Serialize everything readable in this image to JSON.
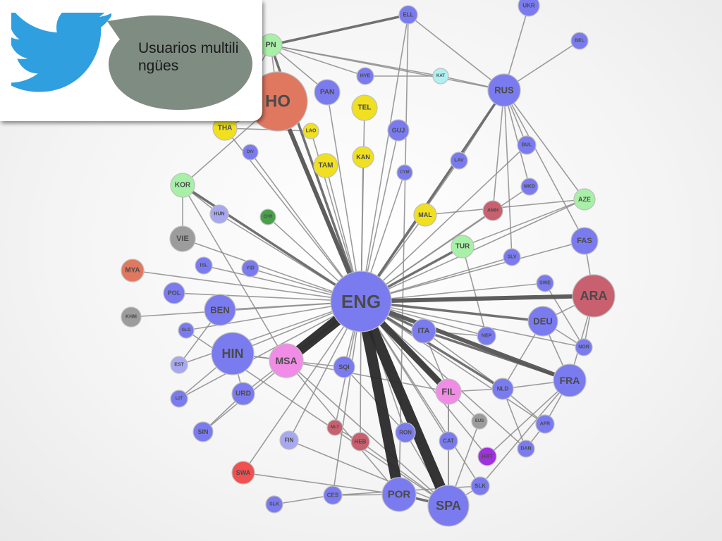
{
  "callout": {
    "text": "Usuarios multilingües",
    "bubble_color": "#7f8c82",
    "logo": "twitter-bird-icon",
    "logo_color": "#2f9fe0"
  },
  "node_colors": {
    "blue": "#7b7bf0",
    "orange": "#e07860",
    "yellow": "#f0e020",
    "green_light": "#a8f0a8",
    "gray": "#9c9c9c",
    "rose": "#c86070",
    "pink": "#f08ce6",
    "cyan": "#b0f0f0",
    "dark_green": "#4aa04a",
    "lavender": "#a8a8f0",
    "red": "#f05050",
    "purple": "#a030e0"
  },
  "network": {
    "center": "ENG",
    "nodes": [
      {
        "id": "ENG",
        "label": "ENG",
        "color": "blue"
      },
      {
        "id": "SPA",
        "label": "SPA",
        "color": "blue"
      },
      {
        "id": "POR",
        "label": "POR",
        "color": "blue"
      },
      {
        "id": "MSA",
        "label": "MSA",
        "color": "pink"
      },
      {
        "id": "ARA",
        "label": "ARA",
        "color": "rose"
      },
      {
        "id": "HIN",
        "label": "HIN",
        "color": "blue"
      },
      {
        "id": "FRA",
        "label": "FRA",
        "color": "blue"
      },
      {
        "id": "RUS",
        "label": "RUS",
        "color": "blue"
      },
      {
        "id": "DEU",
        "label": "DEU",
        "color": "blue"
      },
      {
        "id": "BEN",
        "label": "BEN",
        "color": "blue"
      },
      {
        "id": "ZHO",
        "label": "HO",
        "color": "orange"
      },
      {
        "id": "JPN",
        "label": "PN",
        "color": "green_light"
      },
      {
        "id": "FIL",
        "label": "FIL",
        "color": "pink"
      },
      {
        "id": "ITA",
        "label": "ITA",
        "color": "blue"
      },
      {
        "id": "TUR",
        "label": "TUR",
        "color": "green_light"
      },
      {
        "id": "FAS",
        "label": "FAS",
        "color": "blue"
      },
      {
        "id": "KOR",
        "label": "KOR",
        "color": "green_light"
      },
      {
        "id": "VIE",
        "label": "VIE",
        "color": "gray"
      },
      {
        "id": "THA",
        "label": "THA",
        "color": "yellow"
      },
      {
        "id": "TEL",
        "label": "TEL",
        "color": "yellow"
      },
      {
        "id": "KAN",
        "label": "KAN",
        "color": "yellow"
      },
      {
        "id": "TAM",
        "label": "TAM",
        "color": "yellow"
      },
      {
        "id": "LAO",
        "label": "LAO",
        "color": "yellow"
      },
      {
        "id": "MAL",
        "label": "MAL",
        "color": "yellow"
      },
      {
        "id": "PAN",
        "label": "PAN",
        "color": "blue"
      },
      {
        "id": "GUJ",
        "label": "GUJ",
        "color": "blue"
      },
      {
        "id": "HYE",
        "label": "HYE",
        "color": "blue"
      },
      {
        "id": "KAT",
        "label": "KAT",
        "color": "cyan"
      },
      {
        "id": "ELL",
        "label": "ELL",
        "color": "blue"
      },
      {
        "id": "UKR",
        "label": "UKR",
        "color": "blue"
      },
      {
        "id": "BEL",
        "label": "BEL",
        "color": "blue"
      },
      {
        "id": "BUL",
        "label": "BUL",
        "color": "blue"
      },
      {
        "id": "MKD",
        "label": "MKD",
        "color": "blue"
      },
      {
        "id": "AZE",
        "label": "AZE",
        "color": "green_light"
      },
      {
        "id": "AMH",
        "label": "AMH",
        "color": "rose"
      },
      {
        "id": "LAV",
        "label": "LAV",
        "color": "blue"
      },
      {
        "id": "CYM",
        "label": "CYM",
        "color": "blue"
      },
      {
        "id": "DIV",
        "label": "DIV",
        "color": "blue"
      },
      {
        "id": "HUN",
        "label": "HUN",
        "color": "lavender"
      },
      {
        "id": "CHR",
        "label": "CHR",
        "color": "dark_green"
      },
      {
        "id": "SLV",
        "label": "SLV",
        "color": "blue"
      },
      {
        "id": "SWE",
        "label": "SWE",
        "color": "blue"
      },
      {
        "id": "NEP",
        "label": "NEP",
        "color": "blue"
      },
      {
        "id": "NOR",
        "label": "NOR",
        "color": "blue"
      },
      {
        "id": "MYA",
        "label": "MYA",
        "color": "orange"
      },
      {
        "id": "ISL",
        "label": "ISL",
        "color": "blue"
      },
      {
        "id": "YID",
        "label": "YID",
        "color": "blue"
      },
      {
        "id": "POL",
        "label": "POL",
        "color": "blue"
      },
      {
        "id": "KHM",
        "label": "KHM",
        "color": "gray"
      },
      {
        "id": "GLG",
        "label": "GLG",
        "color": "blue"
      },
      {
        "id": "EST",
        "label": "EST",
        "color": "lavender"
      },
      {
        "id": "LIT",
        "label": "LIT",
        "color": "blue"
      },
      {
        "id": "URD",
        "label": "URD",
        "color": "blue"
      },
      {
        "id": "SIN",
        "label": "SIN",
        "color": "blue"
      },
      {
        "id": "SQI",
        "label": "SQI",
        "color": "blue"
      },
      {
        "id": "SWA",
        "label": "SWA",
        "color": "red"
      },
      {
        "id": "SLK",
        "label": "SLK",
        "color": "blue"
      },
      {
        "id": "FIN",
        "label": "FIN",
        "color": "lavender"
      },
      {
        "id": "MLT",
        "label": "MLT",
        "color": "rose"
      },
      {
        "id": "HEB",
        "label": "HEB",
        "color": "rose"
      },
      {
        "id": "RON",
        "label": "RON",
        "color": "blue"
      },
      {
        "id": "CAT",
        "label": "CAT",
        "color": "blue"
      },
      {
        "id": "EUS",
        "label": "EUS",
        "color": "gray"
      },
      {
        "id": "HAT",
        "label": "HAT",
        "color": "purple"
      },
      {
        "id": "DAN",
        "label": "DAN",
        "color": "blue"
      },
      {
        "id": "AFR",
        "label": "AFR",
        "color": "blue"
      },
      {
        "id": "NLD",
        "label": "NLD",
        "color": "blue"
      },
      {
        "id": "CES",
        "label": "CES",
        "color": "blue"
      },
      {
        "id": "SLK2",
        "label": "SLK",
        "color": "blue"
      }
    ],
    "edges": [
      [
        "ENG",
        "SPA",
        5
      ],
      [
        "ENG",
        "POR",
        5
      ],
      [
        "ENG",
        "MSA",
        5
      ],
      [
        "ENG",
        "FIL",
        4
      ],
      [
        "ENG",
        "ARA",
        3
      ],
      [
        "ENG",
        "FRA",
        3
      ],
      [
        "ENG",
        "ZHO",
        3
      ],
      [
        "ENG",
        "RUS",
        2
      ],
      [
        "ENG",
        "JPN",
        2
      ],
      [
        "ENG",
        "ITA",
        2
      ],
      [
        "ENG",
        "DEU",
        2
      ],
      [
        "ENG",
        "HIN",
        1
      ],
      [
        "ENG",
        "BEN",
        1
      ],
      [
        "ENG",
        "KOR",
        2
      ],
      [
        "ENG",
        "THA",
        1
      ],
      [
        "ENG",
        "TUR",
        2
      ],
      [
        "ENG",
        "TEL",
        1
      ],
      [
        "ENG",
        "KAN",
        1
      ],
      [
        "ENG",
        "TAM",
        1
      ],
      [
        "ENG",
        "PAN",
        1
      ],
      [
        "ENG",
        "GUJ",
        1
      ],
      [
        "ENG",
        "MAL",
        1
      ],
      [
        "ENG",
        "ELL",
        1
      ],
      [
        "ENG",
        "FAS",
        1
      ],
      [
        "ENG",
        "AZE",
        1
      ],
      [
        "ENG",
        "AMH",
        1
      ],
      [
        "ENG",
        "LAV",
        1
      ],
      [
        "ENG",
        "CYM",
        1
      ],
      [
        "ENG",
        "DIV",
        1
      ],
      [
        "ENG",
        "HUN",
        1
      ],
      [
        "ENG",
        "VIE",
        1
      ],
      [
        "ENG",
        "MYA",
        1
      ],
      [
        "ENG",
        "ISL",
        1
      ],
      [
        "ENG",
        "YID",
        1
      ],
      [
        "ENG",
        "POL",
        1
      ],
      [
        "ENG",
        "KHM",
        1
      ],
      [
        "ENG",
        "GLG",
        1
      ],
      [
        "ENG",
        "EST",
        1
      ],
      [
        "ENG",
        "LIT",
        1
      ],
      [
        "ENG",
        "URD",
        1
      ],
      [
        "ENG",
        "SIN",
        1
      ],
      [
        "ENG",
        "SQI",
        1
      ],
      [
        "ENG",
        "SWA",
        1
      ],
      [
        "ENG",
        "FIN",
        1
      ],
      [
        "ENG",
        "MLT",
        1
      ],
      [
        "ENG",
        "HEB",
        1
      ],
      [
        "ENG",
        "RON",
        1
      ],
      [
        "ENG",
        "CAT",
        1
      ],
      [
        "ENG",
        "HAT",
        1
      ],
      [
        "ENG",
        "SLV",
        1
      ],
      [
        "ENG",
        "SWE",
        1
      ],
      [
        "ENG",
        "NEP",
        1
      ],
      [
        "ENG",
        "NOR",
        1
      ],
      [
        "ENG",
        "NLD",
        2
      ],
      [
        "ENG",
        "AFR",
        1
      ],
      [
        "ENG",
        "DAN",
        1
      ],
      [
        "ENG",
        "EUS",
        1
      ],
      [
        "ENG",
        "BUL",
        1
      ],
      [
        "ENG",
        "MKD",
        1
      ],
      [
        "ENG",
        "CHR",
        1
      ],
      [
        "ENG",
        "SLK",
        1
      ],
      [
        "ENG",
        "CES",
        1
      ],
      [
        "ENG",
        "LAO",
        1
      ],
      [
        "JPN",
        "ELL",
        2
      ],
      [
        "JPN",
        "RUS",
        1
      ],
      [
        "JPN",
        "KAT",
        1
      ],
      [
        "JPN",
        "HYE",
        1
      ],
      [
        "JPN",
        "ZHO",
        1
      ],
      [
        "JPN",
        "THA",
        1
      ],
      [
        "JPN",
        "PAN",
        1
      ],
      [
        "ZHO",
        "THA",
        1
      ],
      [
        "ZHO",
        "KOR",
        1
      ],
      [
        "THA",
        "LAO",
        1
      ],
      [
        "KOR",
        "VIE",
        1
      ],
      [
        "KOR",
        "HUN",
        1
      ],
      [
        "KOR",
        "MSA",
        1
      ],
      [
        "RUS",
        "UKR",
        1
      ],
      [
        "RUS",
        "BEL",
        1
      ],
      [
        "RUS",
        "BUL",
        1
      ],
      [
        "RUS",
        "MKD",
        1
      ],
      [
        "RUS",
        "KAT",
        1
      ],
      [
        "RUS",
        "AZE",
        1
      ],
      [
        "RUS",
        "ELL",
        1
      ],
      [
        "RUS",
        "LAV",
        1
      ],
      [
        "RUS",
        "AMH",
        1
      ],
      [
        "RUS",
        "SLV",
        1
      ],
      [
        "RUS",
        "FAS",
        1
      ],
      [
        "ELL",
        "POR",
        1
      ],
      [
        "KAT",
        "HYE",
        1
      ],
      [
        "ARA",
        "FAS",
        1
      ],
      [
        "ARA",
        "FRA",
        1
      ],
      [
        "ARA",
        "DEU",
        1
      ],
      [
        "ARA",
        "NOR",
        1
      ],
      [
        "FRA",
        "ITA",
        2
      ],
      [
        "FRA",
        "DEU",
        1
      ],
      [
        "FRA",
        "NLD",
        1
      ],
      [
        "FRA",
        "AFR",
        1
      ],
      [
        "FRA",
        "SLK",
        1
      ],
      [
        "FIL",
        "NLD",
        1
      ],
      [
        "FIL",
        "SPA",
        1
      ],
      [
        "FIL",
        "ITA",
        1
      ],
      [
        "FIL",
        "CAT",
        1
      ],
      [
        "MSA",
        "FIL",
        1
      ],
      [
        "MSA",
        "POR",
        1
      ],
      [
        "MSA",
        "SPA",
        1
      ],
      [
        "MSA",
        "HIN",
        1
      ],
      [
        "MSA",
        "SQI",
        1
      ],
      [
        "POR",
        "SPA",
        2
      ],
      [
        "POR",
        "CES",
        1
      ],
      [
        "POR",
        "SWA",
        1
      ],
      [
        "SPA",
        "CAT",
        1
      ],
      [
        "SPA",
        "SLK",
        1
      ],
      [
        "SPA",
        "RON",
        1
      ],
      [
        "SPA",
        "HEB",
        1
      ],
      [
        "SPA",
        "EUS",
        1
      ],
      [
        "ITA",
        "NEP",
        1
      ],
      [
        "ITA",
        "NLD",
        1
      ],
      [
        "DEU",
        "NLD",
        1
      ],
      [
        "DEU",
        "NOR",
        1
      ],
      [
        "AFR",
        "NLD",
        1
      ],
      [
        "AFR",
        "DAN",
        1
      ],
      [
        "HIN",
        "URD",
        1
      ],
      [
        "HIN",
        "MSA",
        1
      ],
      [
        "CES",
        "SLK2",
        1
      ],
      [
        "CES",
        "SLK",
        1
      ],
      [
        "SWE",
        "NOR",
        1
      ],
      [
        "TUR",
        "AZE",
        1
      ],
      [
        "TUR",
        "NEP",
        1
      ],
      [
        "HEB",
        "MLT",
        1
      ],
      [
        "SQI",
        "RON",
        1
      ],
      [
        "GLG",
        "SPA",
        1
      ],
      [
        "DAN",
        "NLD",
        1
      ],
      [
        "AZE",
        "MAL",
        1
      ],
      [
        "EST",
        "BEN",
        1
      ],
      [
        "LIT",
        "HIN",
        1
      ],
      [
        "SIN",
        "URD",
        1
      ],
      [
        "FIN",
        "SPA",
        1
      ],
      [
        "HAT",
        "FRA",
        1
      ]
    ]
  }
}
